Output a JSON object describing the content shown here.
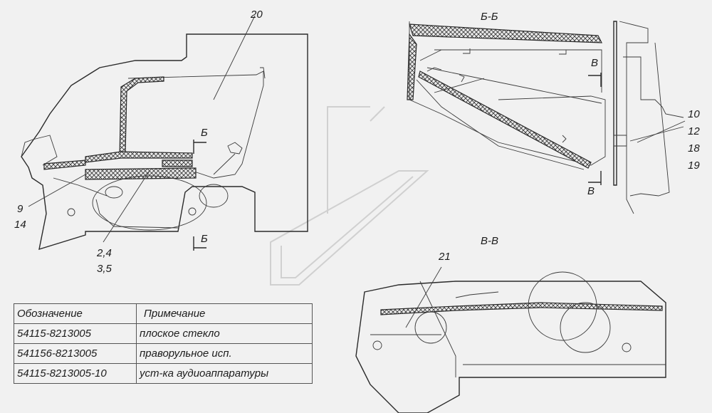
{
  "section_labels": {
    "bb": "Б-Б",
    "vv": "В-В"
  },
  "cut_marks": {
    "b_top": "Б",
    "b_bottom": "Б",
    "v_top": "В",
    "v_bottom": "В"
  },
  "callouts": {
    "c20": "20",
    "c9": "9",
    "c14": "14",
    "c24": "2,4",
    "c35": "3,5",
    "c21": "21",
    "c10": "10",
    "c12": "12",
    "c18": "18",
    "c19": "19"
  },
  "table": {
    "headers": [
      "Обозначение",
      "Примечание"
    ],
    "rows": [
      [
        "54115-8213005",
        "плоское стекло"
      ],
      [
        "541156-8213005",
        "праворульное исп."
      ],
      [
        "54115-8213005-10",
        "уст-ка аудиоаппаратуры"
      ]
    ]
  }
}
